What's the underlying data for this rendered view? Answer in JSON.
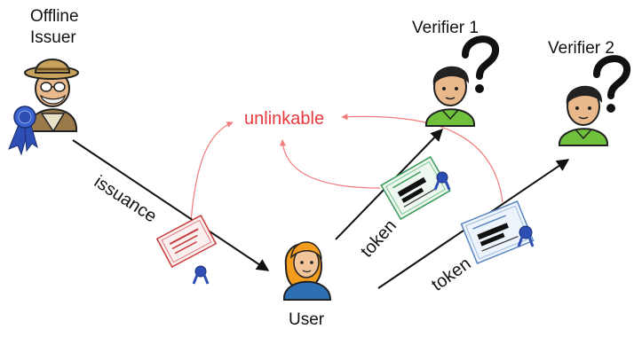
{
  "nodes": {
    "issuer_line1": "Offline",
    "issuer_line2": "Issuer",
    "verifier1": "Verifier 1",
    "verifier2": "Verifier 2",
    "user": "User"
  },
  "center_label": "unlinkable",
  "edges": {
    "issuance": "issuance",
    "token1": "token",
    "token2": "token"
  },
  "colors": {
    "unlinkable": "#e8383c",
    "arrow_dark": "#111111",
    "arrow_light": "#f07a7a",
    "verifier_shirt": "#6fc13c",
    "issuer_hat": "#c8a25a",
    "user_hair": "#f39c1e",
    "user_shirt": "#2d6fb5",
    "seal_blue": "#2d4fb5"
  }
}
